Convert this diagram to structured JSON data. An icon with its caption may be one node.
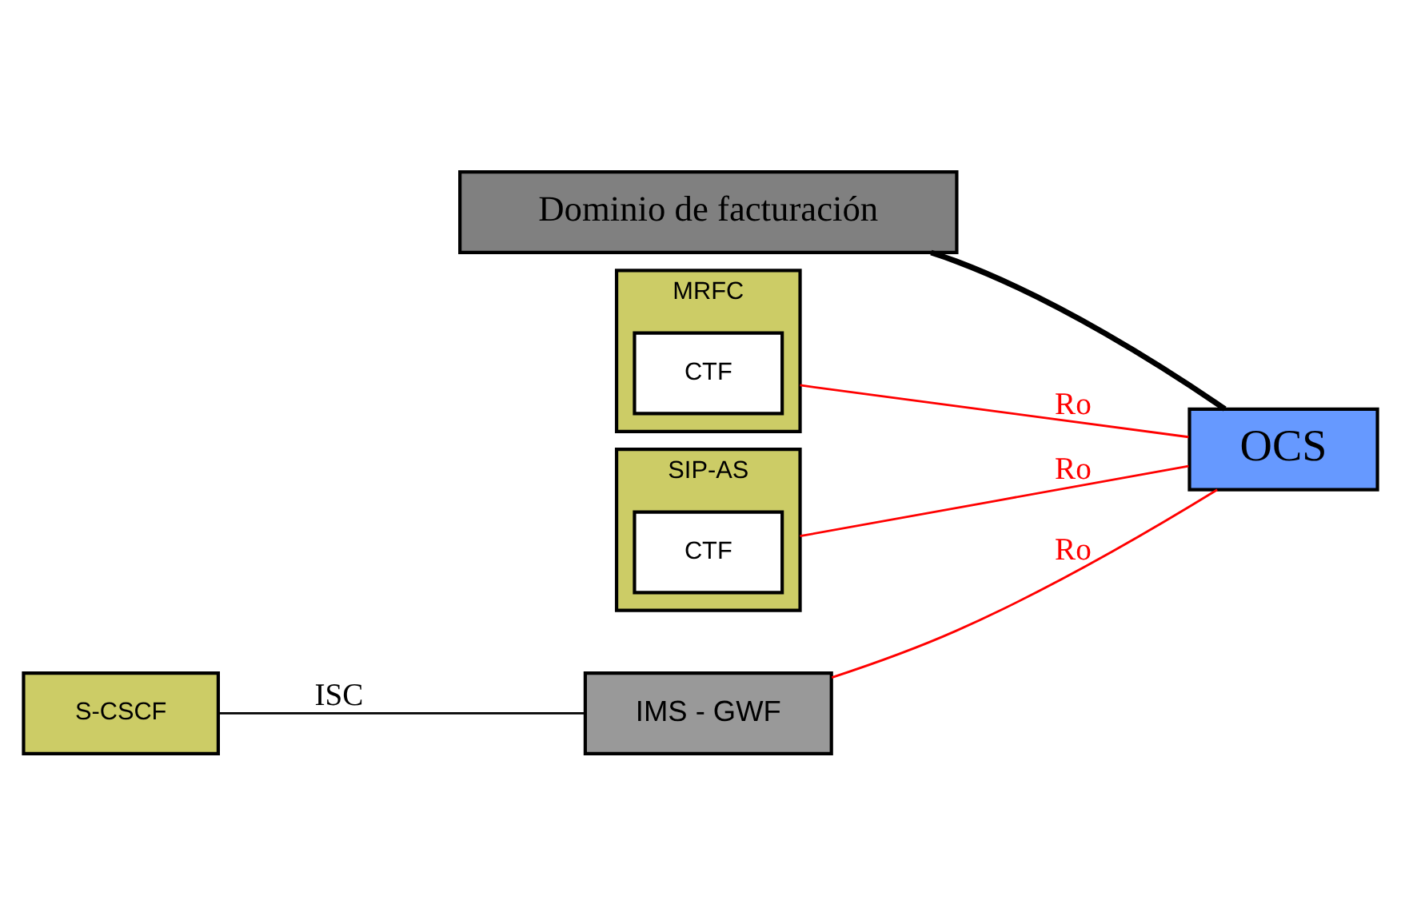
{
  "diagram": {
    "nodes": [
      {
        "text": [
          "Dominio de facturación"
        ]
      },
      {
        "text": [
          "OCS"
        ]
      },
      {
        "text": [
          "MRFC"
        ]
      },
      {
        "text": [
          "CTF"
        ],
        "in": 2
      },
      {
        "text": [
          "SIP-AS"
        ]
      },
      {
        "text": [
          "CTF"
        ],
        "in": 4
      },
      {
        "text": [
          "S-CSCF"
        ]
      },
      {
        "text": [
          "IMS - GWF"
        ]
      }
    ],
    "edges": [
      {
        "from": 0,
        "to": 1,
        "arrow": "none",
        "color": "#000000",
        "style": "thick"
      },
      {
        "from": 2,
        "to": 1,
        "arrow": "none",
        "label": "Ro"
      },
      {
        "from": 4,
        "to": 1,
        "arrow": "none",
        "label": "Ro"
      },
      {
        "from": 6,
        "to": 7,
        "arrow": "none",
        "label": "ISC",
        "color": "#000000"
      },
      {
        "from": 7,
        "to": 1,
        "arrow": "none",
        "label": "Ro"
      }
    ]
  }
}
